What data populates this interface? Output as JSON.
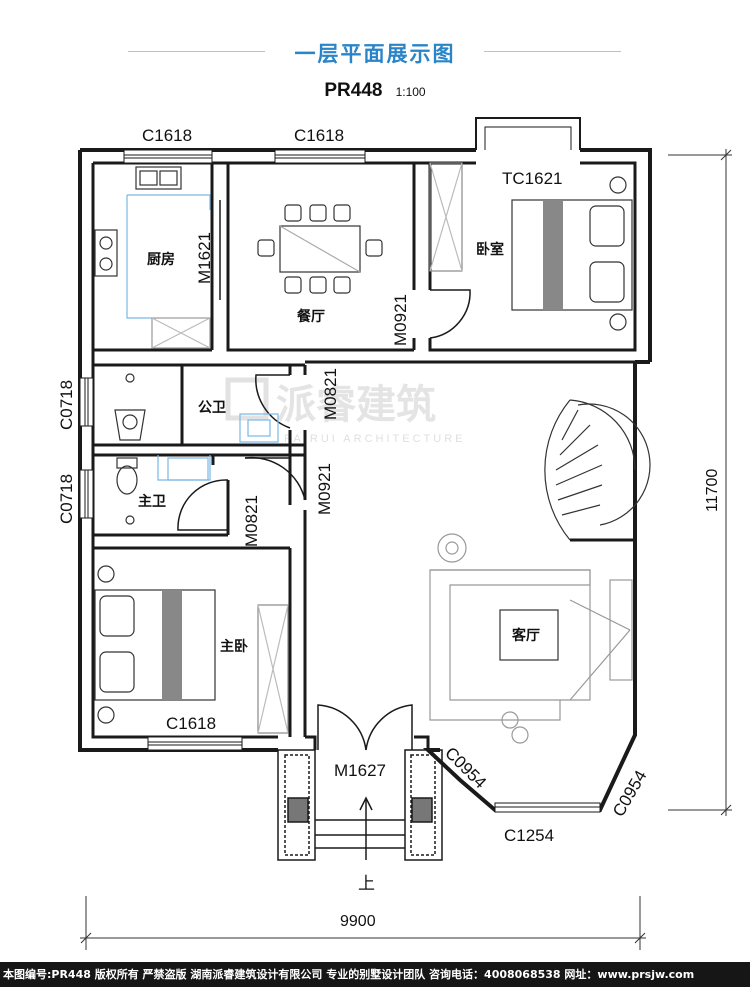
{
  "header": {
    "title": "一层平面展示图",
    "plan_code": "PR448",
    "scale": "1:100"
  },
  "rooms": {
    "kitchen": "厨房",
    "dining": "餐厅",
    "bedroom": "卧室",
    "public_bath": "公卫",
    "master_bath": "主卫",
    "master_bedroom": "主卧",
    "living": "客厅"
  },
  "openings": {
    "c1618_top_left": "C1618",
    "c1618_top_mid": "C1618",
    "tc1621": "TC1621",
    "m1621": "M1621",
    "m0921_bedroom": "M0921",
    "m0821_public": "M0821",
    "c0718_upper": "C0718",
    "c0718_lower": "C0718",
    "m0921_center": "M0921",
    "m0821_master": "M0821",
    "c1618_master": "C1618",
    "m1627": "M1627",
    "c0954_left": "C0954",
    "c0954_right": "C0954",
    "c1254": "C1254"
  },
  "dimensions": {
    "width": "9900",
    "height": "11700"
  },
  "stair_label": "上",
  "watermark": {
    "cn": "派睿建筑",
    "en": "PAIRUI ARCHITECTURE"
  },
  "footer": "本图编号:PR448 版权所有 严禁盗版 湖南派睿建筑设计有限公司 专业的别墅设计团队 咨询电话：4008068538 网址：www.prsjw.com",
  "colors": {
    "title": "#2a84c8",
    "fixture": "#7ab8e4",
    "wall": "#1a1a1a",
    "footer_bg": "#161616"
  }
}
